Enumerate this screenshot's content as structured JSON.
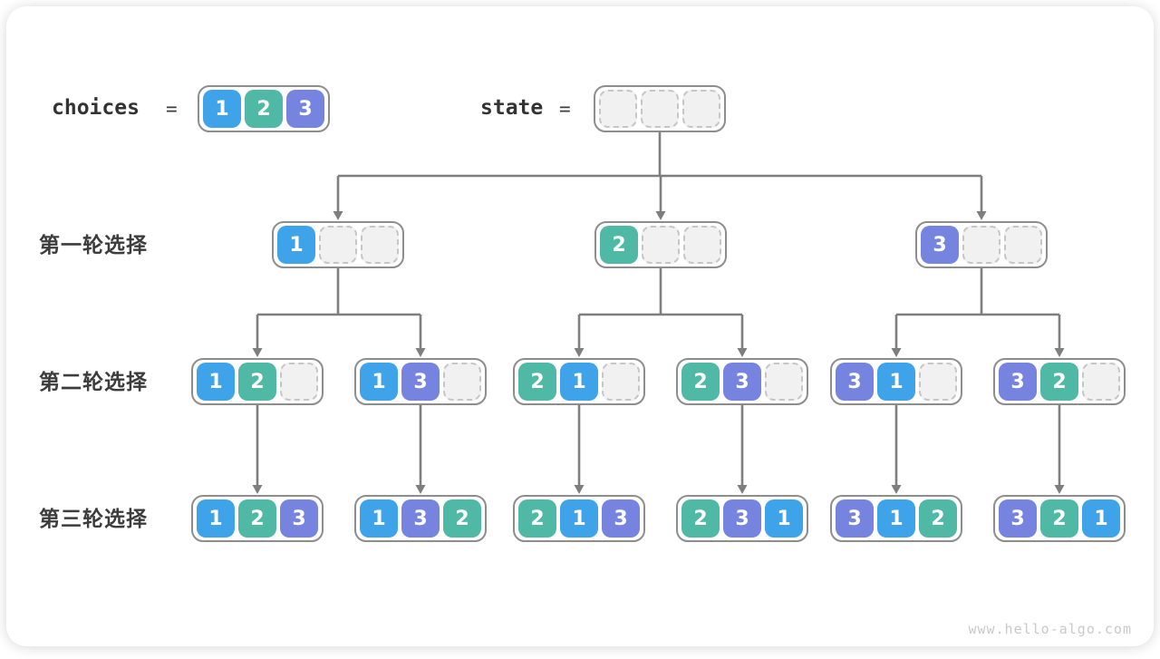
{
  "colors": {
    "c1": "#3fa3e9",
    "c2": "#4fb9a5",
    "c3": "#7684e0",
    "line": "#7e7e7e",
    "border": "#8d8d8d",
    "empty_cell": "#f1f1f1"
  },
  "header": {
    "choices_label": "choices",
    "choices_equals": "=",
    "choices_cells": [
      "1",
      "2",
      "3"
    ],
    "state_label": "state",
    "state_equals": "=",
    "state_cells": [
      "",
      "",
      ""
    ]
  },
  "rows": [
    {
      "label": "第一轮选择",
      "boxes": [
        [
          "1",
          "",
          ""
        ],
        [
          "2",
          "",
          ""
        ],
        [
          "3",
          "",
          ""
        ]
      ]
    },
    {
      "label": "第二轮选择",
      "boxes": [
        [
          "1",
          "2",
          ""
        ],
        [
          "1",
          "3",
          ""
        ],
        [
          "2",
          "1",
          ""
        ],
        [
          "2",
          "3",
          ""
        ],
        [
          "3",
          "1",
          ""
        ],
        [
          "3",
          "2",
          ""
        ]
      ]
    },
    {
      "label": "第三轮选择",
      "boxes": [
        [
          "1",
          "2",
          "3"
        ],
        [
          "1",
          "3",
          "2"
        ],
        [
          "2",
          "1",
          "3"
        ],
        [
          "2",
          "3",
          "1"
        ],
        [
          "3",
          "1",
          "2"
        ],
        [
          "3",
          "2",
          "1"
        ]
      ]
    }
  ],
  "watermark": "www.hello-algo.com"
}
